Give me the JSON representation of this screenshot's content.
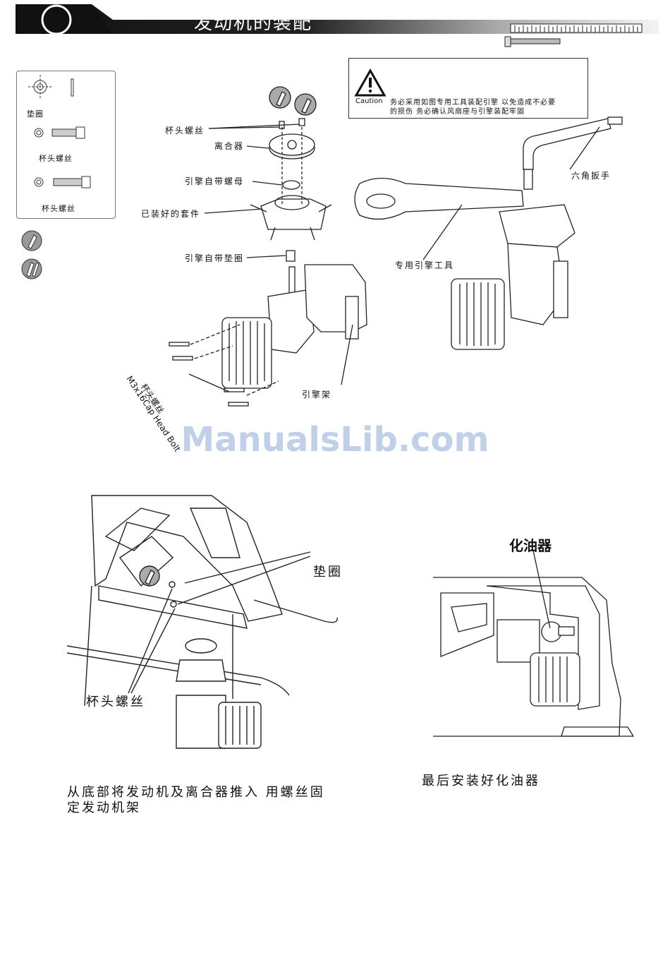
{
  "header": {
    "title": "发动机的装配"
  },
  "caution": {
    "label": "Caution",
    "line1": "务必采用如图专用工具装配引擎 以免造成不必要",
    "line2": "的损伤 务必确认风扇座与引擎装配牢固"
  },
  "legend": {
    "washer_label": "垫圈",
    "bolt1_label": "杯头螺丝",
    "bolt2_label": "杯头螺丝"
  },
  "top_diagram": {
    "cap_screw": "杯头螺丝",
    "clutch": "离合器",
    "engine_nut": "引擎自带螺母",
    "assembled_kit": "已装好的套件",
    "engine_washer": "引擎自带垫圈",
    "engine_mount": "引擎架",
    "bolt_spec": "M3x16Cap Head Bolt",
    "bolt_spec_cn": "杯头螺丝",
    "hex_wrench": "六角扳手",
    "special_tool": "专用引擎工具"
  },
  "bottom_left": {
    "washer": "垫圈",
    "cap_screw": "杯头螺丝",
    "caption_line1": "从底部将发动机及离合器推入 用螺丝固",
    "caption_line2": "定发动机架"
  },
  "bottom_right": {
    "carburetor": "化油器",
    "caption": "最后安装好化油器"
  },
  "watermark": "ManualsLib.com",
  "colors": {
    "header_dark": "#1a1a1a",
    "watermark": "#8caad7"
  }
}
